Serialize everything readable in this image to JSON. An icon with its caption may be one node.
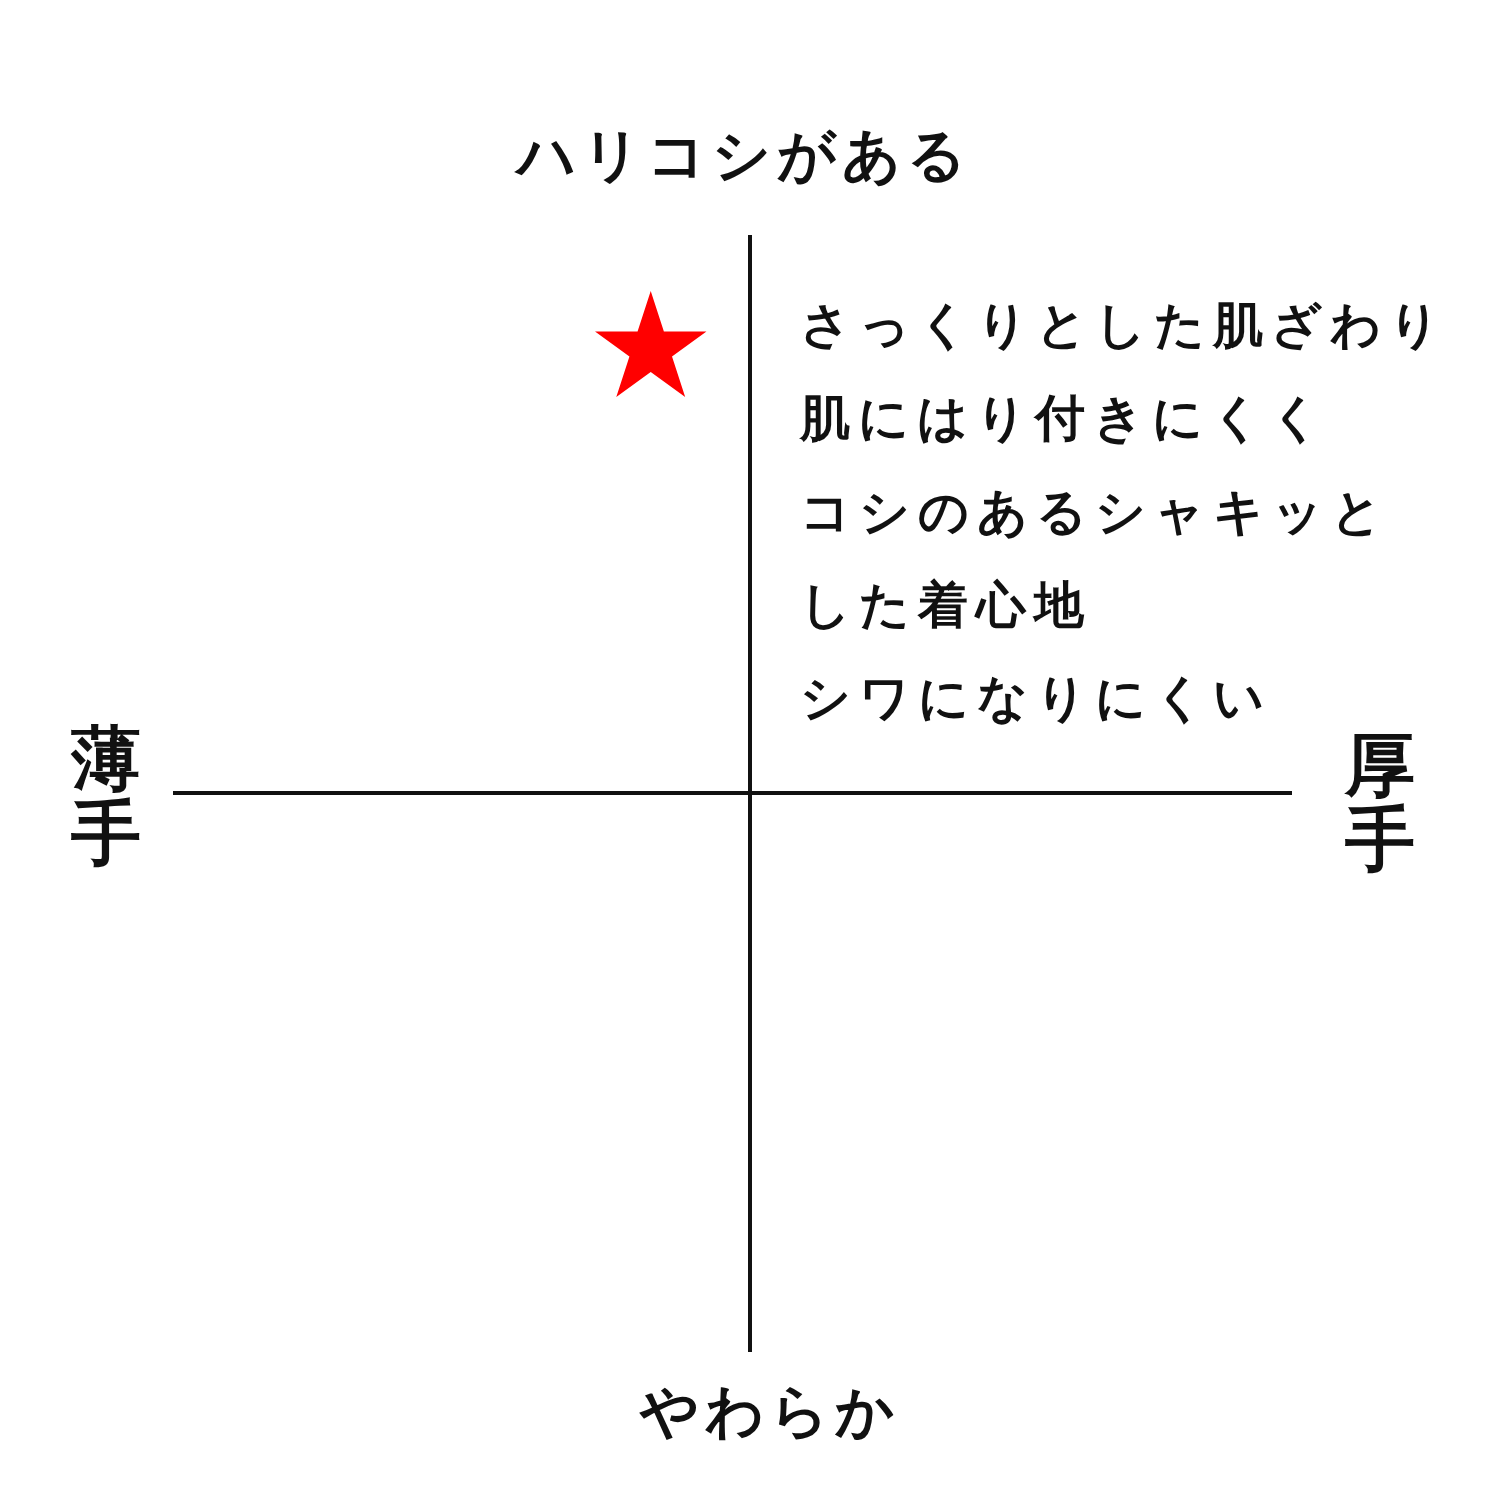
{
  "diagram": {
    "labels": [
      "ハリコシがある",
      "さっくりとした肌ざわり",
      "肌にはり付きにくく",
      "コシのあるシャキッとした着心地",
      "シワになりにくい",
      "薄手",
      "厚手",
      "やわらか"
    ]
  }
}
